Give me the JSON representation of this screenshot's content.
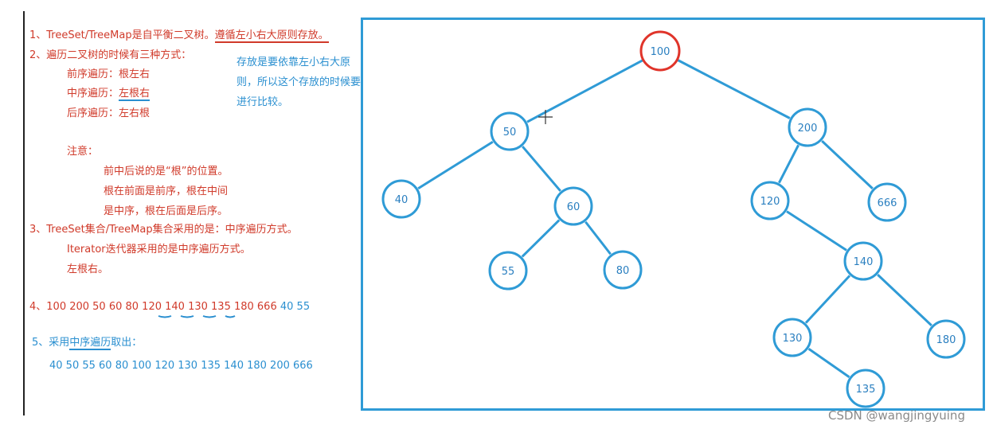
{
  "notes": {
    "line1_prefix": "1、TreeSet/TreeMap是自平衡二叉树。",
    "line1_emph": "遵循左小右大原则存放。",
    "line2": "2、遍历二叉树的时候有三种方式：",
    "pre_order": "前序遍历：根左右",
    "in_order_prefix": "中序遍历：",
    "in_order_value": "左根右",
    "post_order": "后序遍历：左右根",
    "attention": "注意：",
    "attention_1": "前中后说的是“根”的位置。",
    "attention_2": "根在前面是前序，根在中间",
    "attention_3": "是中序，根在后面是后序。",
    "line3": "3、TreeSet集合/TreeMap集合采用的是：中序遍历方式。",
    "line3_b": "Iterator迭代器采用的是中序遍历方式。",
    "line3_c": "左根右。",
    "line4": "4、100 200 50 60 80 120 140 130 135 180 666",
    "line4_extra": "40    55",
    "line5_prefix": "5、采用",
    "line5_emph": "中序遍历",
    "line5_suffix": "取出：",
    "line5_values": "40 50 55 60 80   100   120   130 135 140 180 200 666",
    "side_note": "存放是要依靠左小右大原则，所以这个存放的时候要进行比较。"
  },
  "tree": {
    "nodes": [
      {
        "id": "n100",
        "label": "100",
        "root": true
      },
      {
        "id": "n50",
        "label": "50"
      },
      {
        "id": "n200",
        "label": "200"
      },
      {
        "id": "n40",
        "label": "40"
      },
      {
        "id": "n60",
        "label": "60"
      },
      {
        "id": "n120",
        "label": "120"
      },
      {
        "id": "n666",
        "label": "666"
      },
      {
        "id": "n55",
        "label": "55"
      },
      {
        "id": "n80",
        "label": "80"
      },
      {
        "id": "n140",
        "label": "140"
      },
      {
        "id": "n130",
        "label": "130"
      },
      {
        "id": "n180",
        "label": "180"
      },
      {
        "id": "n135",
        "label": "135"
      }
    ],
    "edges": [
      [
        "n100",
        "n50"
      ],
      [
        "n100",
        "n200"
      ],
      [
        "n50",
        "n40"
      ],
      [
        "n50",
        "n60"
      ],
      [
        "n60",
        "n55"
      ],
      [
        "n60",
        "n80"
      ],
      [
        "n200",
        "n120"
      ],
      [
        "n200",
        "n666"
      ],
      [
        "n120",
        "n140"
      ],
      [
        "n140",
        "n130"
      ],
      [
        "n140",
        "n180"
      ],
      [
        "n130",
        "n135"
      ]
    ],
    "colors": {
      "node": "#2f9bd6",
      "root": "#e0342a",
      "edge": "#2f9bd6"
    }
  },
  "watermark": "CSDN @wangjingyuing"
}
